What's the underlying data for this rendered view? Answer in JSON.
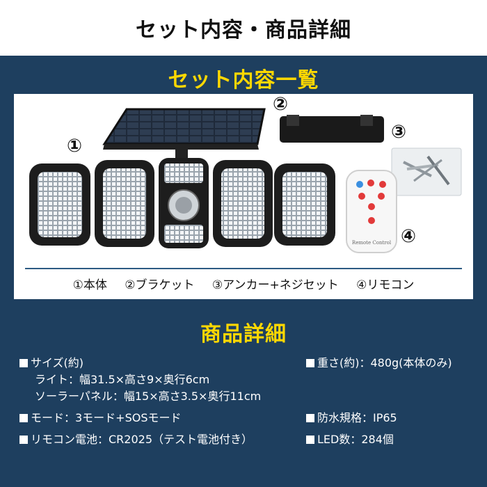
{
  "header": {
    "title": "セット内容・商品詳細"
  },
  "set_section": {
    "title": "セット内容一覧",
    "markers": [
      "①",
      "②",
      "③",
      "④"
    ],
    "legend": [
      "①本体",
      "②ブラケット",
      "③アンカー+ネジセット",
      "④リモコン"
    ],
    "remote_label": "Remote Control"
  },
  "spec_section": {
    "title": "商品詳細",
    "left": {
      "size_label": "サイズ(約)",
      "size_light": "ライト：幅31.5×高さ9×奥行6cm",
      "size_solar": "ソーラーパネル：幅15×高さ3.5×奥行11cm",
      "mode": "モード：3モード+SOSモード",
      "battery": "リモコン電池：CR2025（テスト電池付き）"
    },
    "right": {
      "weight": "重さ(約)：480g(本体のみ)",
      "waterproof": "防水規格：IP65",
      "led": "LED数：284個"
    }
  },
  "colors": {
    "panel": "#1e3f5f",
    "accent": "#ffd800"
  }
}
